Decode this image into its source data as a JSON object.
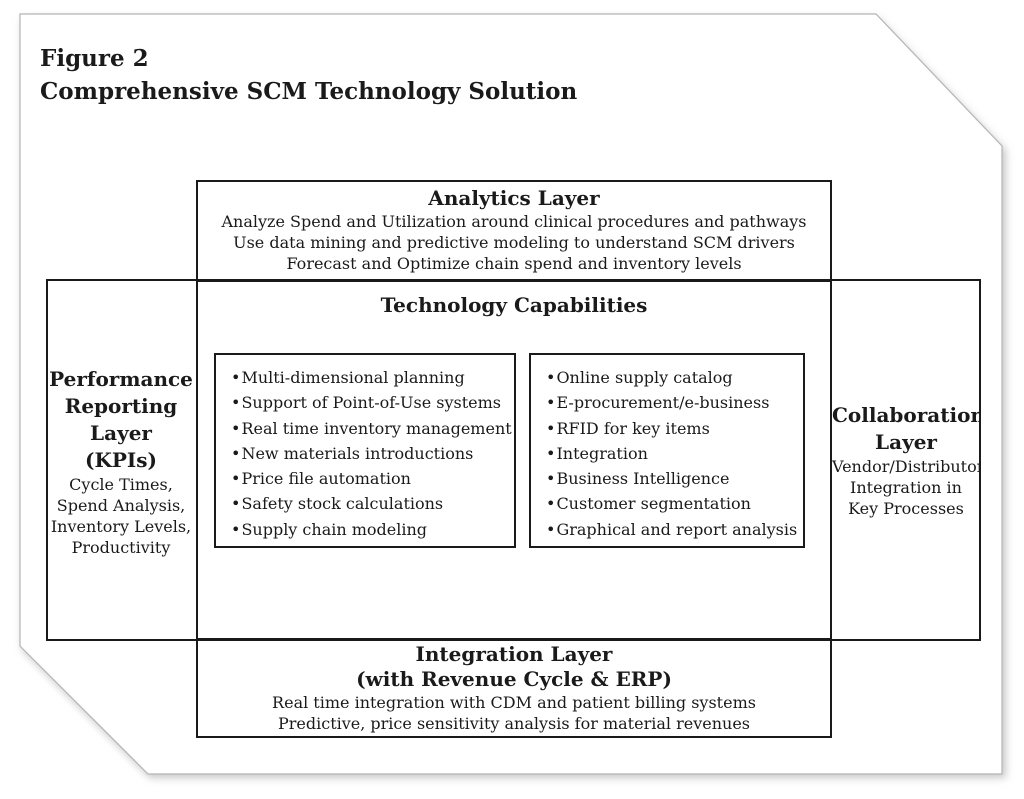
{
  "figure": {
    "label": "Figure 2",
    "title": "Comprehensive SCM Technology Solution"
  },
  "analytics_layer": {
    "title": "Analytics Layer",
    "lines": [
      "Analyze Spend and Utilization around clinical procedures and pathways",
      "Use data mining and predictive modeling to understand SCM drivers",
      "Forecast and Optimize chain spend and inventory levels"
    ]
  },
  "technology_capabilities": {
    "title": "Technology Capabilities",
    "left_list": [
      "Multi-dimensional planning",
      "Support of Point-of-Use systems",
      "Real time inventory management",
      "New materials introductions",
      "Price file automation",
      "Safety stock calculations",
      "Supply chain modeling"
    ],
    "right_list": [
      "Online supply catalog",
      "E-procurement/e-business",
      "RFID for key items",
      "Integration",
      "Business Intelligence",
      "Customer segmentation",
      "Graphical and report analysis"
    ]
  },
  "performance_layer": {
    "title_lines": [
      "Performance",
      "Reporting",
      "Layer",
      "(KPIs)"
    ],
    "lines": [
      "Cycle Times,",
      "Spend Analysis,",
      "Inventory Levels,",
      "Productivity"
    ]
  },
  "collaboration_layer": {
    "title_lines": [
      "Collaboration",
      "Layer"
    ],
    "lines": [
      "Vendor/Distributor",
      "Integration in",
      "Key Processes"
    ]
  },
  "integration_layer": {
    "title_lines": [
      "Integration Layer",
      "(with Revenue Cycle & ERP)"
    ],
    "lines": [
      "Real time integration with CDM and patient billing systems",
      "Predictive, price sensitivity analysis for material revenues"
    ]
  }
}
